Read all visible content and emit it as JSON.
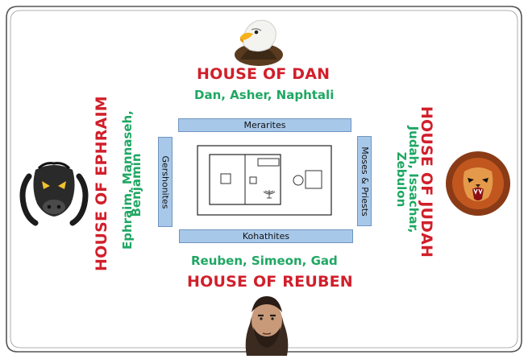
{
  "houses": {
    "north": {
      "name": "HOUSE OF DAN",
      "tribes": "Dan, Asher, Naphtali",
      "emblem_icon": "eagle-icon"
    },
    "south": {
      "name": "HOUSE OF REUBEN",
      "tribes": "Reuben, Simeon, Gad",
      "emblem_icon": "man-face-icon"
    },
    "west": {
      "name": "HOUSE OF EPHRAIM",
      "tribes_line1": "Ephraim, Mannaseh,",
      "tribes_line2": "Benjamin",
      "emblem_icon": "ox-icon"
    },
    "east": {
      "name": "HOUSE OF JUDAH",
      "tribes_line1": "Judah, Issachar,",
      "tribes_line2": "Zebulon",
      "emblem_icon": "lion-icon"
    }
  },
  "levites": {
    "north": "Merarites",
    "south": "Kohathites",
    "west": "Gershonites",
    "east": "Moses & Priests"
  },
  "colors": {
    "house_red": "#d11f2b",
    "tribes_green": "#1fa763",
    "camp_blue": "#a8c8ea"
  }
}
